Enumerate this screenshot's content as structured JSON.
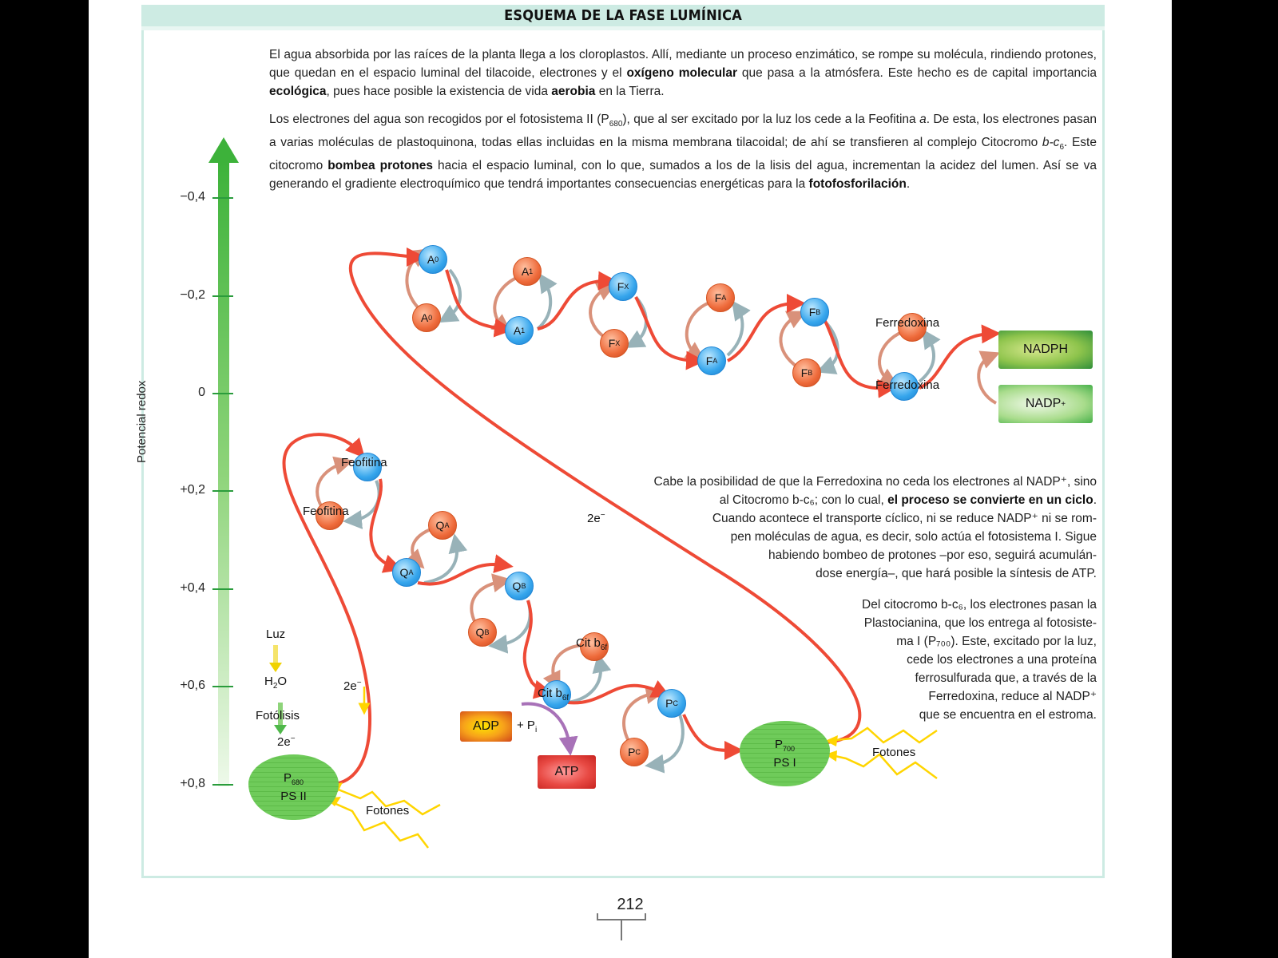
{
  "header": {
    "title": "ESQUEMA DE LA FASE LUMÍNICA"
  },
  "paragraphs": {
    "p1": [
      {
        "t": "El agua absorbida por las raíces de la planta llega a los cloroplastos. Allí, mediante un proceso enzimático, se rompe su molécula, rindiendo protones, que quedan en el espacio luminal del tilacoide, electrones y el "
      },
      {
        "b": "oxígeno molecular"
      },
      {
        "t": " que pasa a la atmósfera. Este hecho es de capital importancia "
      },
      {
        "b": "ecológica"
      },
      {
        "t": ", pues hace posible la existencia de vida "
      },
      {
        "b": "aerobia"
      },
      {
        "t": " en la Tierra."
      }
    ],
    "p2": [
      {
        "t": "Los electrones del agua son recogidos por el fotosistema II (P"
      },
      {
        "sub": "680"
      },
      {
        "t": "), que al ser excitado por la luz los cede a la Feofitina "
      },
      {
        "i": "a"
      },
      {
        "t": ". De esta, los electrones pasan a varias moléculas de plastoquinona, todas ellas incluidas en la misma membrana tilacoidal; de ahí se transfieren al complejo Citocromo "
      },
      {
        "i": "b-c"
      },
      {
        "sub": "6"
      },
      {
        "t": ". Este citocromo "
      },
      {
        "b": "bombea protones"
      },
      {
        "t": " hacia el espacio luminal, con lo que, sumados a los de la lisis del agua, incrementan la acidez del lumen. Así se va generando el gradiente electroquímico que tendrá importantes consecuencias energéticas para la "
      },
      {
        "b": "fotofosforilación"
      },
      {
        "t": "."
      }
    ],
    "p3_lines": [
      "Cabe la posibilidad de que la Ferredoxina no ceda los electrones al NADP⁺, sino",
      "al Citocromo b-c₆; con lo cual, el proceso se convierte en un ciclo.",
      "Cuando acontece el transporte cíclico, ni se reduce NADP⁺ ni se rom-",
      "pen moléculas de agua, es decir, solo actúa el fotosistema I. Sigue",
      "habiendo bombeo de protones –por eso, seguirá acumulán-",
      "dose energía–, que hará posible la síntesis de ATP."
    ],
    "p4_lines": [
      "Del citocromo b-c₆, los electrones pasan la",
      "Plastocianina, que los entrega al fotosiste-",
      "ma I (P₇₀₀). Este, excitado por la luz,",
      "cede los electrones a una proteína",
      "ferrosulfurada que, a través de la",
      "Ferredoxina, reduce al NADP⁺",
      "que se encuentra en el estroma."
    ]
  },
  "axis": {
    "label": "Potencial redox",
    "ticks": [
      "−0,4",
      "−0,2",
      "0",
      "+0,2",
      "+0,4",
      "+0,6",
      "+0,8"
    ],
    "arrow_color_top": "#3db23a",
    "arrow_color_bottom": "#e6f6e0"
  },
  "nodes": {
    "a0_top": {
      "label": "A",
      "sub": "0"
    },
    "a0_bot": {
      "label": "A",
      "sub": "0"
    },
    "a1_top": {
      "label": "A",
      "sub": "1"
    },
    "a1_bot": {
      "label": "A",
      "sub": "1"
    },
    "fx_top": {
      "label": "F",
      "sub": "X"
    },
    "fx_bot": {
      "label": "F",
      "sub": "X"
    },
    "fa_top": {
      "label": "F",
      "sub": "A"
    },
    "fa_bot": {
      "label": "F",
      "sub": "A"
    },
    "fb_top": {
      "label": "F",
      "sub": "B"
    },
    "fb_bot": {
      "label": "F",
      "sub": "B"
    },
    "qa_top": {
      "label": "Q",
      "sub": "A"
    },
    "qa_bot": {
      "label": "Q",
      "sub": "A"
    },
    "qb_top": {
      "label": "Q",
      "sub": "B"
    },
    "qb_bot": {
      "label": "Q",
      "sub": "B"
    },
    "pc_top": {
      "label": "P",
      "sub": "C"
    },
    "pc_bot": {
      "label": "P",
      "sub": "C"
    }
  },
  "labels": {
    "ferredoxina_top": "Ferredoxina",
    "ferredoxina_bot": "Ferredoxina",
    "feofitina_top": "Feofitina",
    "feofitina_bot": "Feofitina",
    "cit_top": "Cit b",
    "cit_bot": "Cit b",
    "cit_sub": "6f",
    "two_e_mid": "2e",
    "two_e_left": "2e",
    "two_e_water": "2e",
    "e_sup": "−",
    "luz": "Luz",
    "h2o_h": "H",
    "h2o_sub": "2",
    "h2o_o": "O",
    "fotolisis": "Fotólisis",
    "fotones_ps2": "Fotones",
    "fotones_ps1": "Fotones",
    "plus_pi": "+ P",
    "pi_sub": "i"
  },
  "boxes": {
    "nadph": "NADPH",
    "nadp": "NADP",
    "nadp_sup": "+",
    "adp": "ADP",
    "atp": "ATP"
  },
  "photosystems": {
    "ps2": {
      "p": "P",
      "sub": "680",
      "name": "PS II"
    },
    "ps1": {
      "p": "P",
      "sub": "700",
      "name": "PS I"
    }
  },
  "colors": {
    "electron_path": "#ee4a36",
    "reduction_arrow": "#d9917a",
    "oxidation_arrow": "#98b2b8",
    "atp_arrow": "#a872b8",
    "photon": "#ffd500",
    "frame": "#cdebe3"
  },
  "footer": {
    "page_number": "212"
  }
}
